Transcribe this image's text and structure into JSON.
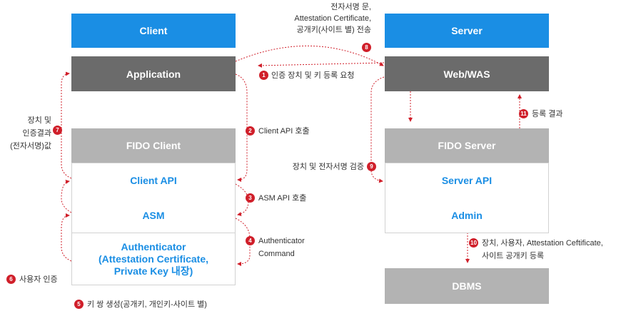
{
  "client": {
    "header": "Client",
    "application": "Application",
    "fido_client": "FIDO Client",
    "client_api": "Client API",
    "asm": "ASM",
    "authenticator_line1": "Authenticator",
    "authenticator_line2": "(Attestation Certificate,",
    "authenticator_line3": "Private Key 내장)"
  },
  "server": {
    "header": "Server",
    "web_was": "Web/WAS",
    "fido_server": "FIDO Server",
    "server_api": "Server API",
    "admin": "Admin",
    "dbms": "DBMS"
  },
  "steps": [
    {
      "num": "1",
      "text": "인증 장치 및 키 등록 요청"
    },
    {
      "num": "2",
      "text": "Client API 호출"
    },
    {
      "num": "3",
      "text": "ASM API 호출"
    },
    {
      "num": "4",
      "line1": "Authenticator",
      "line2": "Command"
    },
    {
      "num": "5",
      "text": "키 쌍 생성(공개키, 개인키-사이트 별)"
    },
    {
      "num": "6",
      "text": "사용자 인증"
    },
    {
      "num": "7",
      "line1": "장치 및",
      "line2": "인증결과",
      "line3": "(전자서명)값"
    },
    {
      "num": "8",
      "line1": "전자서명 문,",
      "line2": "Attestation Certificate,",
      "line3": "공개키(사이트 별) 전송"
    },
    {
      "num": "9",
      "text": "장치 및 전자서명 검증"
    },
    {
      "num": "10",
      "line1": "장치, 사용자, Attestation Ceftificate,",
      "line2": "사이트 공개키 등록"
    },
    {
      "num": "11",
      "text": "등록 결과"
    }
  ],
  "colors": {
    "accent_blue": "#1a8ee4",
    "dark_gray": "#6b6b6b",
    "light_gray": "#b3b3b3",
    "arrow_red": "#d01f2a"
  }
}
